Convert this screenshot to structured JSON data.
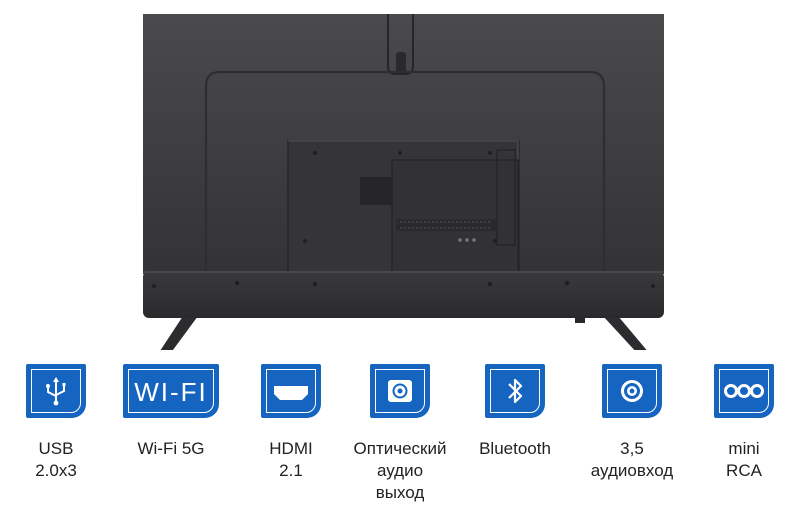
{
  "ports": [
    {
      "id": "usb",
      "icon": "usb-icon",
      "lines": [
        "USB",
        "2.0x3"
      ]
    },
    {
      "id": "wifi",
      "icon": "wifi-icon",
      "icon_text": "WI-FI",
      "lines": [
        "Wi-Fi 5G"
      ]
    },
    {
      "id": "hdmi",
      "icon": "hdmi-icon",
      "lines": [
        "HDMI",
        "2.1"
      ]
    },
    {
      "id": "optical",
      "icon": "optical-audio-icon",
      "lines": [
        "Оптический",
        "аудио",
        "выход"
      ]
    },
    {
      "id": "bluetooth",
      "icon": "bluetooth-icon",
      "lines": [
        "Bluetooth"
      ]
    },
    {
      "id": "audio35",
      "icon": "audio-jack-icon",
      "lines": [
        "3,5",
        "аудиовход"
      ]
    },
    {
      "id": "minirca",
      "icon": "mini-rca-icon",
      "lines": [
        "mini",
        "RCA"
      ]
    }
  ],
  "colors": {
    "icon_blue": "#1565c0",
    "tv_body": "#3a3a3c",
    "label_text": "#222222"
  }
}
